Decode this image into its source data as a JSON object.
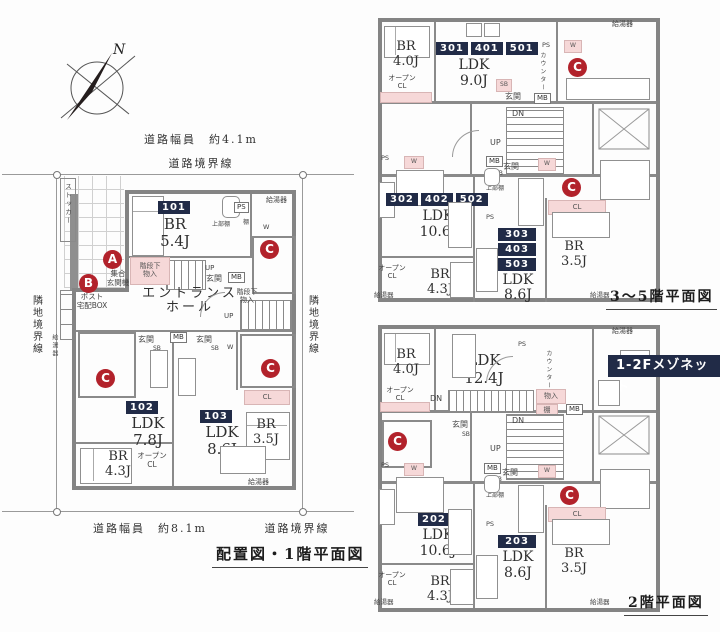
{
  "colors": {
    "badge_navy": "#212b47",
    "marker_red": "#b2222b",
    "accent_pink": "#f6d8d8",
    "wall_gray": "#848484"
  },
  "terms": {
    "genkan": "玄関",
    "mb": "MB",
    "sb": "SB",
    "ps": "PS",
    "up": "UP",
    "dn": "DN",
    "w": "W",
    "cl": "CL",
    "open_cl": "オープン\nCL",
    "boiler": "給湯器",
    "counter": "カウンター",
    "upper_shelf": "上部棚",
    "shelf": "棚",
    "storage": "物入",
    "under_stair": "階段下\n物入",
    "c": "C",
    "north": "N"
  },
  "site_plan": {
    "title": "配置図・1階平面図",
    "road_top": {
      "width": "道路幅員　約4.1m",
      "boundary": "道路境界線"
    },
    "road_bottom": {
      "width": "道路幅員　約8.1m",
      "boundary": "道路境界線"
    },
    "neighbor_boundary": "隣地境界線",
    "stocker": "ストッカー",
    "marker_a": "A",
    "marker_a_label": "集合\n玄関機",
    "marker_b": "B",
    "marker_b_label": "ポスト\n宅配BOX",
    "entrance_hall": "エントランス\nホール",
    "units": [
      {
        "no": "101",
        "type": "BR",
        "size": "5.4J"
      },
      {
        "no": "102",
        "type": "LDK",
        "size": "7.8J"
      },
      {
        "no": "103",
        "type": "LDK",
        "size": "8.6J"
      }
    ],
    "bedrooms": [
      {
        "type": "BR",
        "size": "4.3J"
      },
      {
        "type": "BR",
        "size": "3.5J"
      }
    ]
  },
  "plan_3_5": {
    "title": "3〜5階平面図",
    "units": [
      {
        "nos": [
          "301",
          "401",
          "501"
        ],
        "type": "LDK",
        "size": "9.0J",
        "br": {
          "type": "BR",
          "size": "4.0J"
        }
      },
      {
        "nos": [
          "302",
          "402",
          "502"
        ],
        "type": "LDK",
        "size": "10.6J",
        "br": {
          "type": "BR",
          "size": "4.3J"
        }
      },
      {
        "nos": [
          "303",
          "403",
          "503"
        ],
        "type": "LDK",
        "size": "8.6J",
        "br": {
          "type": "BR",
          "size": "3.5J"
        }
      }
    ]
  },
  "plan_2": {
    "title": "2階平面図",
    "maisonette": "1-2Fメゾネット",
    "units": [
      {
        "type": "LDK",
        "size": "12.4J",
        "br": {
          "type": "BR",
          "size": "4.0J"
        }
      },
      {
        "no": "202",
        "type": "LDK",
        "size": "10.6J",
        "br": {
          "type": "BR",
          "size": "4.3J"
        }
      },
      {
        "no": "203",
        "type": "LDK",
        "size": "8.6J",
        "br": {
          "type": "BR",
          "size": "3.5J"
        }
      }
    ]
  }
}
